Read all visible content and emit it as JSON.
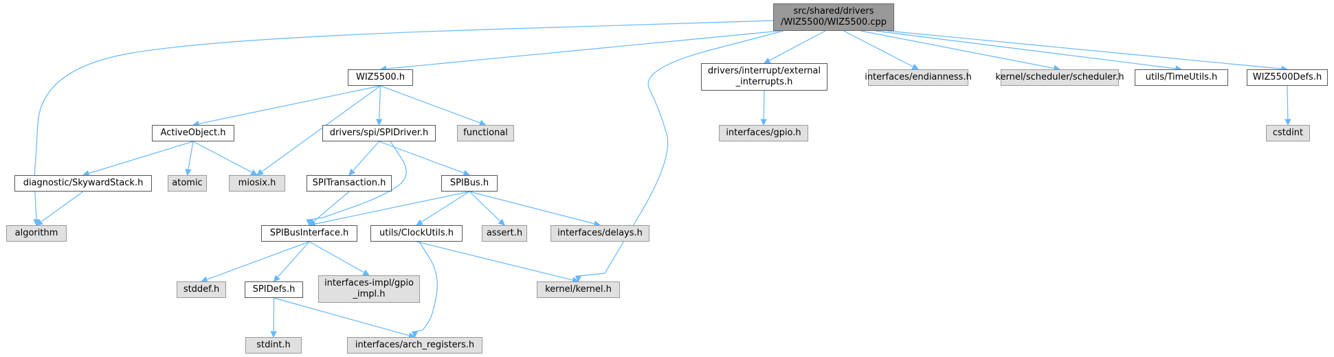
{
  "diagram": {
    "type": "include-dependency-graph",
    "nodes": [
      {
        "id": "root",
        "label": "src/shared/drivers\n/WIZ5500/WIZ5500.cpp",
        "kind": "root"
      },
      {
        "id": "wiz5500h",
        "label": "WIZ5500.h",
        "kind": "documented"
      },
      {
        "id": "extint",
        "label": "drivers/interrupt/external\n_interrupts.h",
        "kind": "documented"
      },
      {
        "id": "endian",
        "label": "interfaces/endianness.h",
        "kind": "external"
      },
      {
        "id": "sched",
        "label": "kernel/scheduler/scheduler.h",
        "kind": "external"
      },
      {
        "id": "timeutils",
        "label": "utils/TimeUtils.h",
        "kind": "documented"
      },
      {
        "id": "wizdefs",
        "label": "WIZ5500Defs.h",
        "kind": "documented"
      },
      {
        "id": "activeobj",
        "label": "ActiveObject.h",
        "kind": "documented"
      },
      {
        "id": "spidriver",
        "label": "drivers/spi/SPIDriver.h",
        "kind": "documented"
      },
      {
        "id": "functional",
        "label": "functional",
        "kind": "external"
      },
      {
        "id": "gpio",
        "label": "interfaces/gpio.h",
        "kind": "external"
      },
      {
        "id": "cstdint",
        "label": "cstdint",
        "kind": "external"
      },
      {
        "id": "skyward",
        "label": "diagnostic/SkywardStack.h",
        "kind": "documented"
      },
      {
        "id": "atomic",
        "label": "atomic",
        "kind": "external"
      },
      {
        "id": "miosix",
        "label": "miosix.h",
        "kind": "external"
      },
      {
        "id": "spitrans",
        "label": "SPITransaction.h",
        "kind": "documented"
      },
      {
        "id": "spibus",
        "label": "SPIBus.h",
        "kind": "documented"
      },
      {
        "id": "algorithm",
        "label": "algorithm",
        "kind": "external"
      },
      {
        "id": "spibusif",
        "label": "SPIBusInterface.h",
        "kind": "documented"
      },
      {
        "id": "clockutils",
        "label": "utils/ClockUtils.h",
        "kind": "documented"
      },
      {
        "id": "assert",
        "label": "assert.h",
        "kind": "external"
      },
      {
        "id": "delays",
        "label": "interfaces/delays.h",
        "kind": "external"
      },
      {
        "id": "stddef",
        "label": "stddef.h",
        "kind": "external"
      },
      {
        "id": "spidefs",
        "label": "SPIDefs.h",
        "kind": "documented"
      },
      {
        "id": "gpioimpl",
        "label": "interfaces-impl/gpio\n_impl.h",
        "kind": "external"
      },
      {
        "id": "kernel",
        "label": "kernel/kernel.h",
        "kind": "external"
      },
      {
        "id": "stdint",
        "label": "stdint.h",
        "kind": "external"
      },
      {
        "id": "archreg",
        "label": "interfaces/arch_registers.h",
        "kind": "external"
      }
    ],
    "edges": [
      [
        "root",
        "wiz5500h"
      ],
      [
        "root",
        "extint"
      ],
      [
        "root",
        "endian"
      ],
      [
        "root",
        "sched"
      ],
      [
        "root",
        "timeutils"
      ],
      [
        "root",
        "wizdefs"
      ],
      [
        "root",
        "algorithm"
      ],
      [
        "root",
        "kernel"
      ],
      [
        "wiz5500h",
        "activeobj"
      ],
      [
        "wiz5500h",
        "spidriver"
      ],
      [
        "wiz5500h",
        "functional"
      ],
      [
        "wiz5500h",
        "miosix"
      ],
      [
        "extint",
        "gpio"
      ],
      [
        "wizdefs",
        "cstdint"
      ],
      [
        "activeobj",
        "skyward"
      ],
      [
        "activeobj",
        "atomic"
      ],
      [
        "activeobj",
        "miosix"
      ],
      [
        "skyward",
        "algorithm"
      ],
      [
        "spidriver",
        "spitrans"
      ],
      [
        "spidriver",
        "spibus"
      ],
      [
        "spidriver",
        "spibusif"
      ],
      [
        "spitrans",
        "spibusif"
      ],
      [
        "spibus",
        "spibusif"
      ],
      [
        "spibus",
        "clockutils"
      ],
      [
        "spibus",
        "assert"
      ],
      [
        "spibus",
        "delays"
      ],
      [
        "spibusif",
        "stddef"
      ],
      [
        "spibusif",
        "spidefs"
      ],
      [
        "spibusif",
        "gpioimpl"
      ],
      [
        "clockutils",
        "kernel"
      ],
      [
        "clockutils",
        "archreg"
      ],
      [
        "spidefs",
        "stdint"
      ],
      [
        "spidefs",
        "archreg"
      ]
    ],
    "colors": {
      "edge": "#63b8ff",
      "root_fill": "#999999",
      "external_fill": "#e0e0e0",
      "documented_fill": "#ffffff"
    }
  }
}
